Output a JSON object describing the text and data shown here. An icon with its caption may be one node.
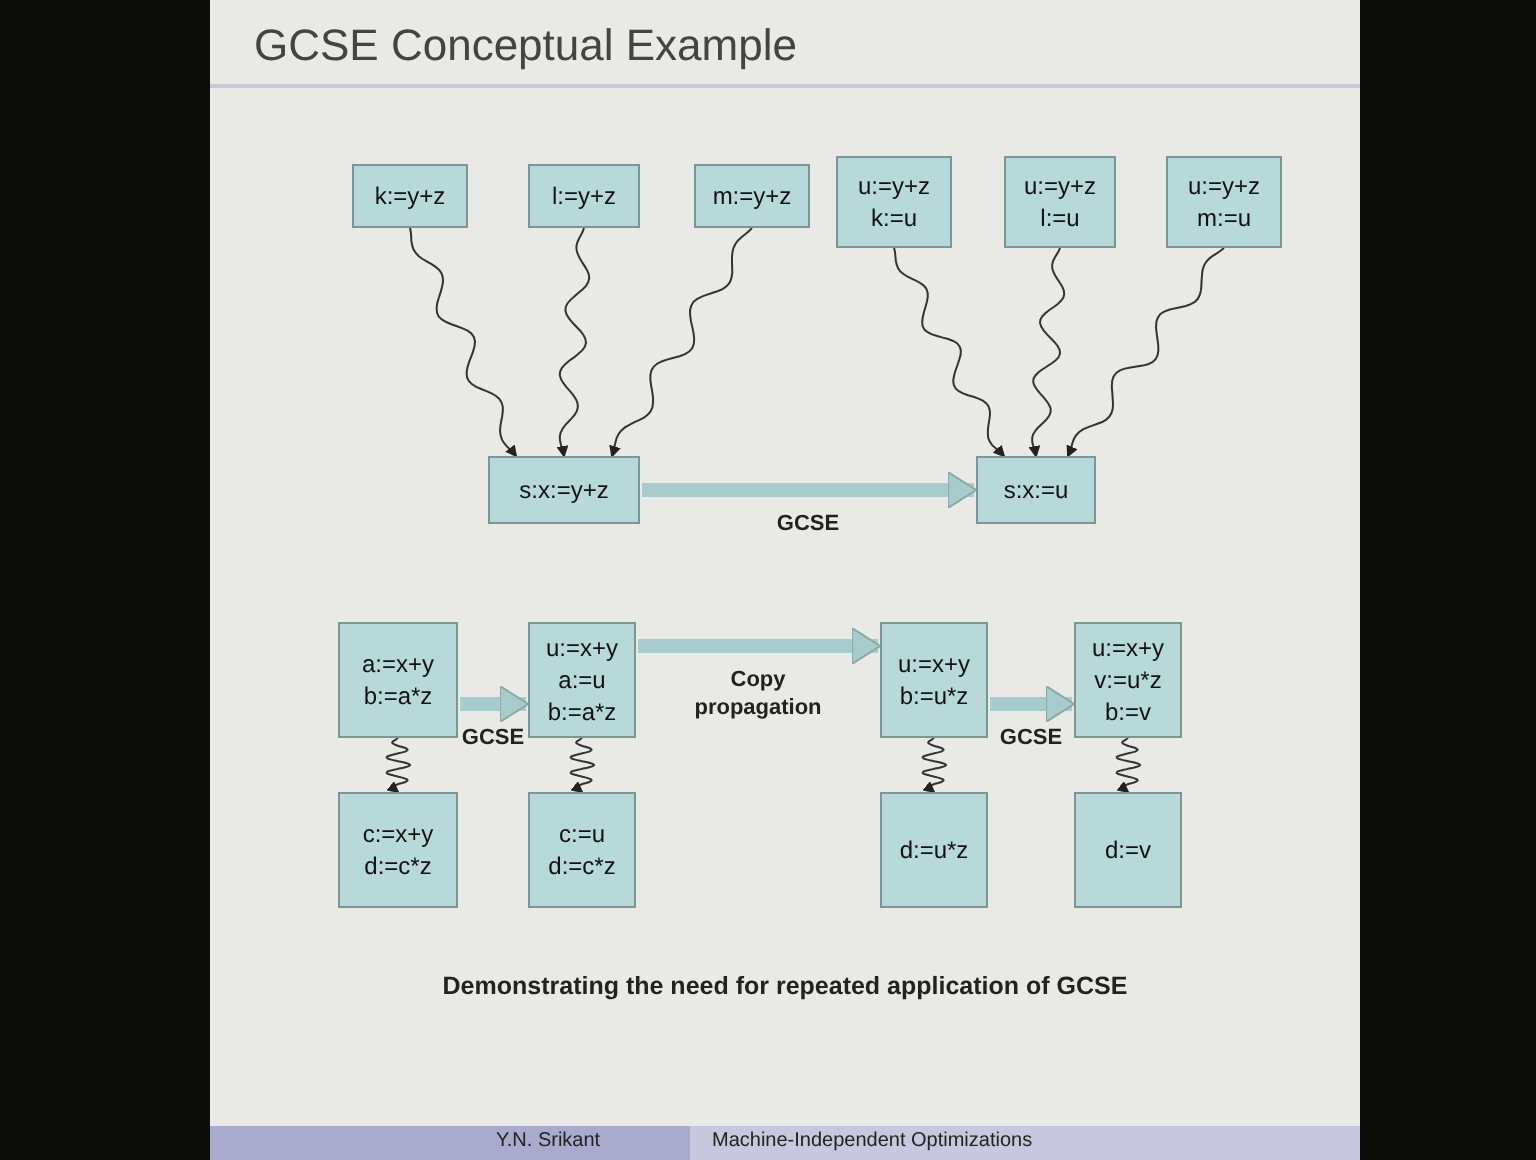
{
  "diagram": {
    "title": "GCSE Conceptual Example",
    "caption": "Demonstrating the need for repeated application of GCSE",
    "nodes": [
      {
        "text": [
          "k:=y+z"
        ]
      },
      {
        "text": [
          "l:=y+z"
        ]
      },
      {
        "text": [
          "m:=y+z"
        ]
      },
      {
        "text": [
          "s:x:=y+z"
        ]
      },
      {
        "text": [
          "u:=y+z",
          "k:=u"
        ]
      },
      {
        "text": [
          "u:=y+z",
          "l:=u"
        ]
      },
      {
        "text": [
          "u:=y+z",
          "m:=u"
        ]
      },
      {
        "text": [
          "s:x:=u"
        ]
      },
      {
        "text": [
          "a:=x+y",
          "b:=a*z"
        ]
      },
      {
        "text": [
          "u:=x+y",
          "a:=u",
          "b:=a*z"
        ]
      },
      {
        "text": [
          "c:=x+y",
          "d:=c*z"
        ]
      },
      {
        "text": [
          "c:=u",
          "d:=c*z"
        ]
      },
      {
        "text": [
          "u:=x+y",
          "b:=u*z"
        ]
      },
      {
        "text": [
          "d:=u*z"
        ]
      },
      {
        "text": [
          "u:=x+y",
          "v:=u*z",
          "b:=v"
        ]
      },
      {
        "text": [
          "d:=v"
        ]
      }
    ],
    "edges": [
      {
        "from": 0,
        "to": 3,
        "arrow": "to"
      },
      {
        "from": 1,
        "to": 3,
        "arrow": "to"
      },
      {
        "from": 2,
        "to": 3,
        "arrow": "to"
      },
      {
        "from": 3,
        "to": 7,
        "arrow": "to",
        "label": "GCSE",
        "style": "thick",
        "color": "#a8cccc"
      },
      {
        "from": 4,
        "to": 7,
        "arrow": "to"
      },
      {
        "from": 5,
        "to": 7,
        "arrow": "to"
      },
      {
        "from": 6,
        "to": 7,
        "arrow": "to"
      },
      {
        "from": 8,
        "to": 10,
        "arrow": "to"
      },
      {
        "from": 8,
        "to": 9,
        "arrow": "to",
        "label": "GCSE",
        "style": "thick",
        "color": "#a8cccc"
      },
      {
        "from": 9,
        "to": 11,
        "arrow": "to"
      },
      {
        "from": 9,
        "to": 12,
        "arrow": "to",
        "label": "Copy propagation",
        "style": "thick",
        "color": "#a8cccc"
      },
      {
        "from": 12,
        "to": 13,
        "arrow": "to"
      },
      {
        "from": 12,
        "to": 14,
        "arrow": "to",
        "label": "GCSE",
        "style": "thick",
        "color": "#a8cccc"
      },
      {
        "from": 14,
        "to": 15,
        "arrow": "to"
      }
    ],
    "labels": [
      "Y.N. Srikant",
      "Machine-Independent Optimizations"
    ]
  }
}
